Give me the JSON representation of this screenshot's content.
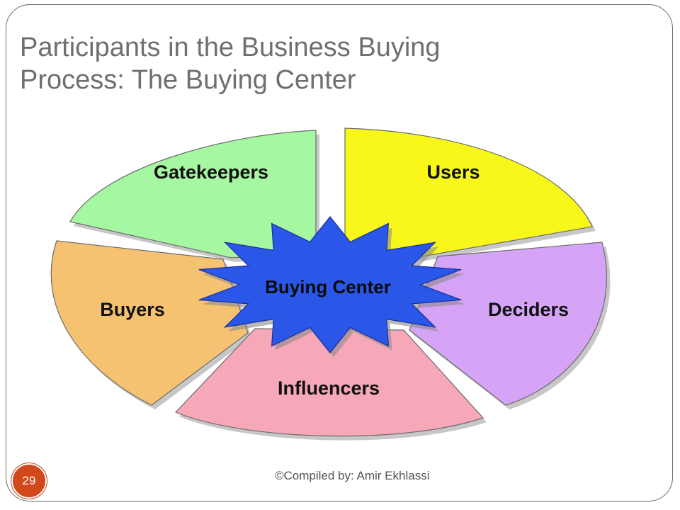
{
  "slide": {
    "title_line1": "Participants in the Business Buying",
    "title_line2": "Process: The Buying Center",
    "page_number": "29",
    "footer": "©Compiled by: Amir Ekhlassi"
  },
  "diagram": {
    "center": {
      "label": "Buying Center",
      "color": "#2a57e8"
    },
    "segments": [
      {
        "label": "Gatekeepers",
        "color": "#a6f7a1"
      },
      {
        "label": "Users",
        "color": "#f7f71a"
      },
      {
        "label": "Deciders",
        "color": "#d6a4f7"
      },
      {
        "label": "Influencers",
        "color": "#f7a8b8"
      },
      {
        "label": "Buyers",
        "color": "#f5c272"
      }
    ]
  }
}
